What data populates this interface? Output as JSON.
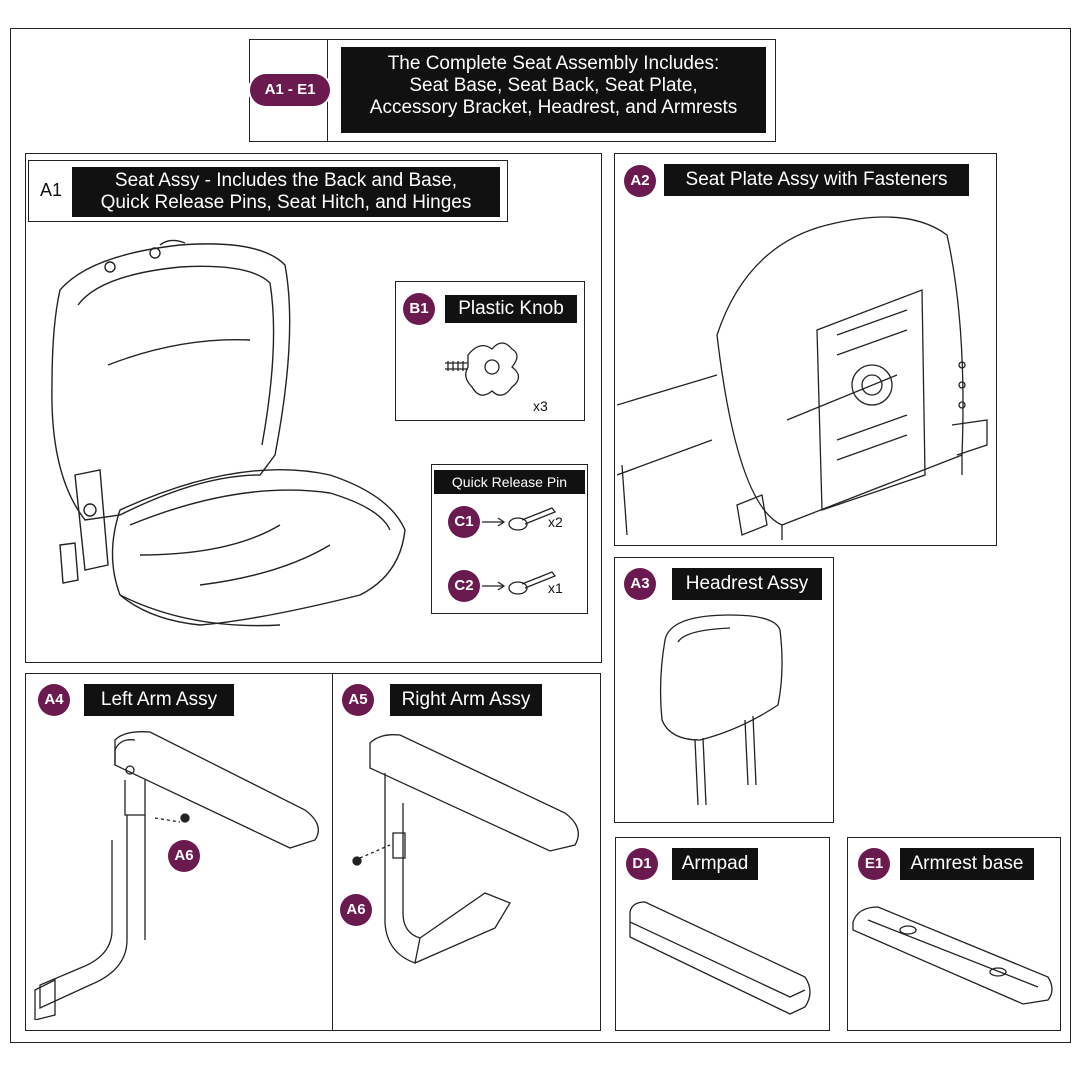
{
  "header": {
    "badge": "A1 - E1",
    "lines": [
      "The Complete Seat Assembly Includes:",
      "Seat Base, Seat Back, Seat Plate,",
      "Accessory Bracket, Headrest, and Armrests"
    ]
  },
  "panels": {
    "a1": {
      "code": "A1",
      "lines": [
        "Seat Assy - Includes the Back and Base,",
        "Quick Release Pins, Seat Hitch, and Hinges"
      ]
    },
    "b1": {
      "code": "B1",
      "label": "Plastic Knob",
      "qty": "x3"
    },
    "qrp": {
      "title": "Quick Release Pin",
      "c1": {
        "code": "C1",
        "qty": "x2"
      },
      "c2": {
        "code": "C2",
        "qty": "x1"
      }
    },
    "a2": {
      "code": "A2",
      "label": "Seat Plate Assy with Fasteners"
    },
    "a3": {
      "code": "A3",
      "label": "Headrest Assy"
    },
    "a4": {
      "code": "A4",
      "label": "Left Arm Assy",
      "callout": "A6"
    },
    "a5": {
      "code": "A5",
      "label": "Right Arm Assy",
      "callout": "A6"
    },
    "d1": {
      "code": "D1",
      "label": "Armpad"
    },
    "e1": {
      "code": "E1",
      "label": "Armrest base"
    }
  },
  "colors": {
    "badge": "#6b1a4f",
    "label_bg": "#111111",
    "line": "#222222"
  }
}
